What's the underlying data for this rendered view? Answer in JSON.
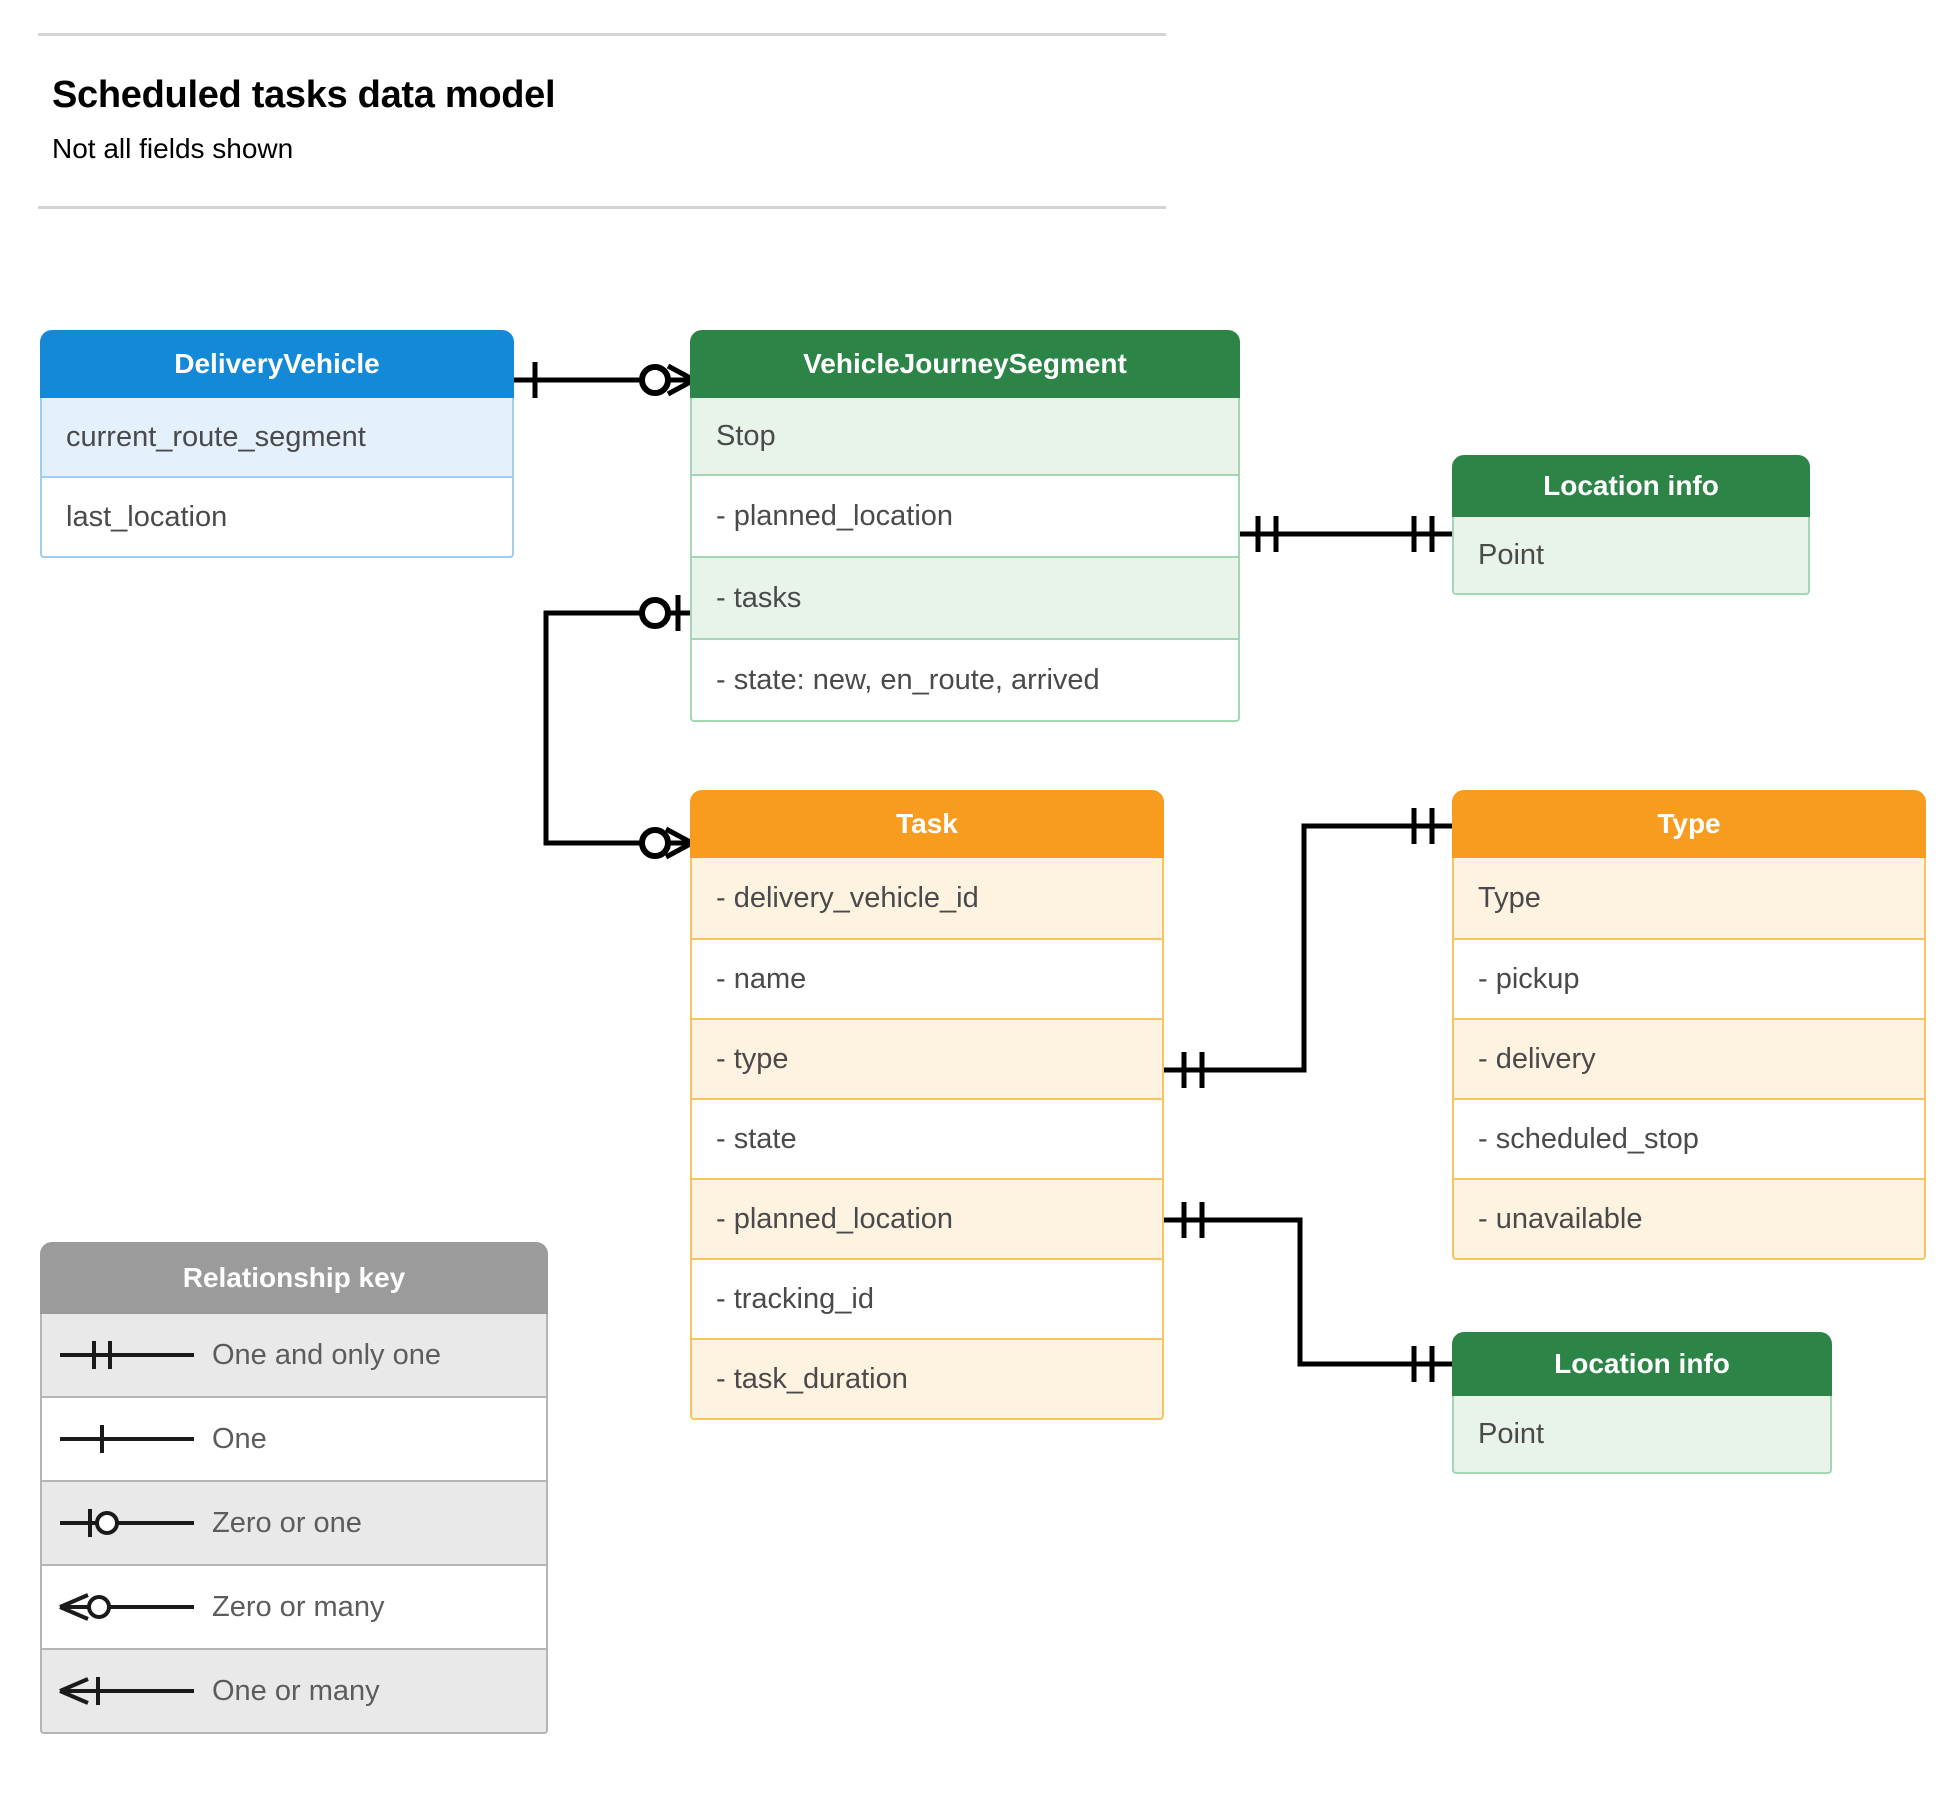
{
  "header": {
    "title": "Scheduled tasks data model",
    "subtitle": "Not all fields shown"
  },
  "colors": {
    "blue": "#1489d8",
    "green": "#2c8547",
    "orange": "#f79c1e",
    "gray": "#9b9b9b",
    "line": "#000000",
    "text": "#4a4a4a"
  },
  "entities": {
    "delivery_vehicle": {
      "title": "DeliveryVehicle",
      "rows": [
        "current_route_segment",
        "last_location"
      ]
    },
    "vehicle_journey_segment": {
      "title": "VehicleJourneySegment",
      "rows": [
        "Stop",
        "-  planned_location",
        "- tasks",
        "- state: new, en_route, arrived"
      ]
    },
    "location_info_top": {
      "title": "Location info",
      "rows": [
        "Point"
      ]
    },
    "task": {
      "title": "Task",
      "rows": [
        "- delivery_vehicle_id",
        "- name",
        "- type",
        "- state",
        "- planned_location",
        "- tracking_id",
        "- task_duration"
      ]
    },
    "type": {
      "title": "Type",
      "rows": [
        "Type",
        "-   pickup",
        "-   delivery",
        "-   scheduled_stop",
        "-   unavailable"
      ]
    },
    "location_info_bottom": {
      "title": "Location info",
      "rows": [
        "Point"
      ]
    }
  },
  "legend": {
    "title": "Relationship key",
    "items": [
      {
        "label": "One and only one",
        "symbol": "one-and-only-one"
      },
      {
        "label": "One",
        "symbol": "one"
      },
      {
        "label": "Zero or one",
        "symbol": "zero-or-one"
      },
      {
        "label": "Zero or many",
        "symbol": "zero-or-many"
      },
      {
        "label": "One or many",
        "symbol": "one-or-many"
      }
    ]
  },
  "relationships": [
    {
      "from": "delivery_vehicle",
      "from_card": "one",
      "to": "vehicle_journey_segment",
      "to_card": "zero-or-many"
    },
    {
      "from": "vehicle_journey_segment.tasks",
      "from_card": "zero-or-one",
      "to": "task",
      "to_card": "zero-or-many"
    },
    {
      "from": "vehicle_journey_segment.planned_location",
      "from_card": "one-and-only-one",
      "to": "location_info_top",
      "to_card": "one-and-only-one"
    },
    {
      "from": "task.type",
      "from_card": "one-and-only-one",
      "to": "type",
      "to_card": "one-and-only-one"
    },
    {
      "from": "task.planned_location",
      "from_card": "one-and-only-one",
      "to": "location_info_bottom",
      "to_card": "one-and-only-one"
    }
  ]
}
